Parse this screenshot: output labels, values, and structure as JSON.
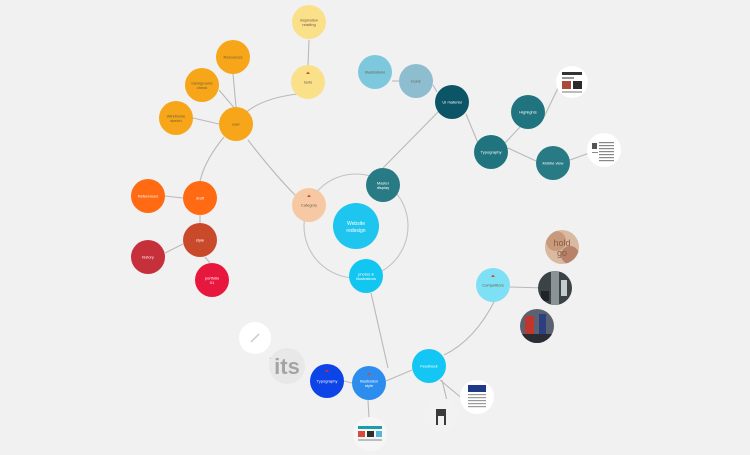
{
  "diagram": {
    "center": {
      "label_line1": "Website",
      "label_line2": "redesign",
      "color": "#1ec6ef"
    },
    "nodes": [
      {
        "id": "n-top",
        "label": "inspiration reading",
        "color": "#fbe08a"
      },
      {
        "id": "n-pill",
        "label": "tools",
        "color": "#fbe08a"
      },
      {
        "id": "n-res",
        "label": "Resources",
        "color": "#f6a618"
      },
      {
        "id": "n-bg",
        "label": "background check",
        "color": "#f6a618"
      },
      {
        "id": "n-wf",
        "label": "Wireframe sketch",
        "color": "#f6a618"
      },
      {
        "id": "n-ux",
        "label": "user",
        "color": "#f6a618"
      },
      {
        "id": "n-ref",
        "label": "References",
        "color": "#ff6a13"
      },
      {
        "id": "n-def",
        "label": "draft",
        "color": "#ff6a13"
      },
      {
        "id": "n-style",
        "label": "style",
        "color": "#c94a2b"
      },
      {
        "id": "n-hist",
        "label": "history",
        "color": "#c6303b"
      },
      {
        "id": "n-port",
        "label": "portfolio 01",
        "color": "#e8173d"
      },
      {
        "id": "n-cat",
        "label": "Category",
        "color": "#f6c9a4"
      },
      {
        "id": "n-illu",
        "label": "Illustrations",
        "color": "#7ec8de"
      },
      {
        "id": "n-icons",
        "label": "Icons",
        "color": "#8ebdcf"
      },
      {
        "id": "n-ui",
        "label": "UI material",
        "color": "#0b5566"
      },
      {
        "id": "n-hp",
        "label": "Highlights",
        "color": "#1f7480"
      },
      {
        "id": "n-typo",
        "label": "Typography",
        "color": "#1f7480"
      },
      {
        "id": "n-mr",
        "label": "Mobile view",
        "color": "#287a84"
      },
      {
        "id": "n-wt",
        "label": "Master display",
        "color": "#287a84"
      },
      {
        "id": "n-pn",
        "label": "photos & illustrations",
        "color": "#12c6f2"
      },
      {
        "id": "n-cmp",
        "label": "Competitors",
        "color": "#7ee0f4"
      },
      {
        "id": "n-feed",
        "label": "Feedback",
        "color": "#13c6f3"
      },
      {
        "id": "n-mob",
        "label": "Illustration style",
        "color": "#2c8dee"
      },
      {
        "id": "n-typo2",
        "label": "Typography",
        "color": "#0c44e8"
      }
    ],
    "image_text": {
      "its": "ITS",
      "ago_line1": "hold",
      "ago_line2": "go"
    }
  }
}
